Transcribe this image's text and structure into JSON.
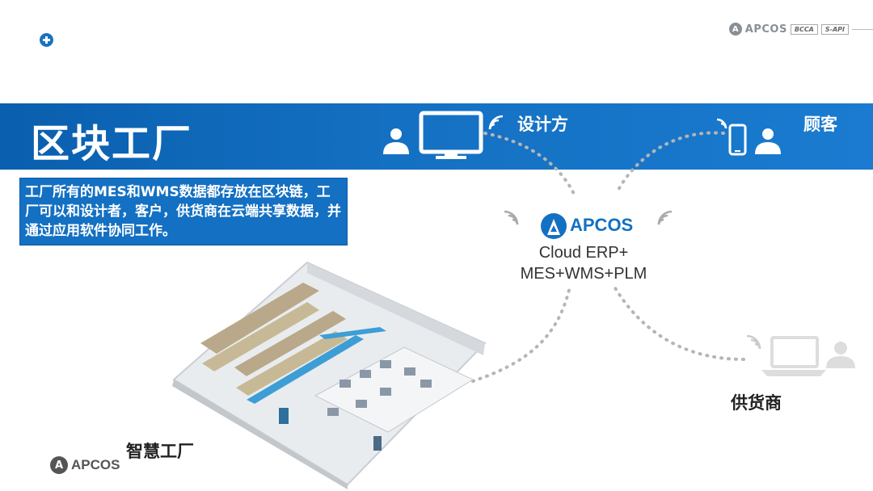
{
  "header": {
    "brand": "APCOS",
    "badge_1": "BCCA",
    "badge_2": "S-API"
  },
  "slide": {
    "title": "区块工厂",
    "description": "工厂所有的MES和WMS数据都存放在区块链，工厂可以和设计者，客户，供货商在云端共享数据，并通过应用软件协同工作。"
  },
  "nodes": {
    "designer": "设计方",
    "customer": "顾客",
    "supplier": "供货商",
    "factory": "智慧工厂"
  },
  "center": {
    "brand": "APCOS",
    "line_1": "Cloud ERP+",
    "line_2": "MES+WMS+PLM"
  },
  "footer": {
    "brand": "APCOS"
  },
  "colors": {
    "brand_blue": "#1470c2",
    "band_dark": "#0a5fae",
    "gray_icon": "#d8d8d8",
    "dot_gray": "#b5b5b5"
  }
}
